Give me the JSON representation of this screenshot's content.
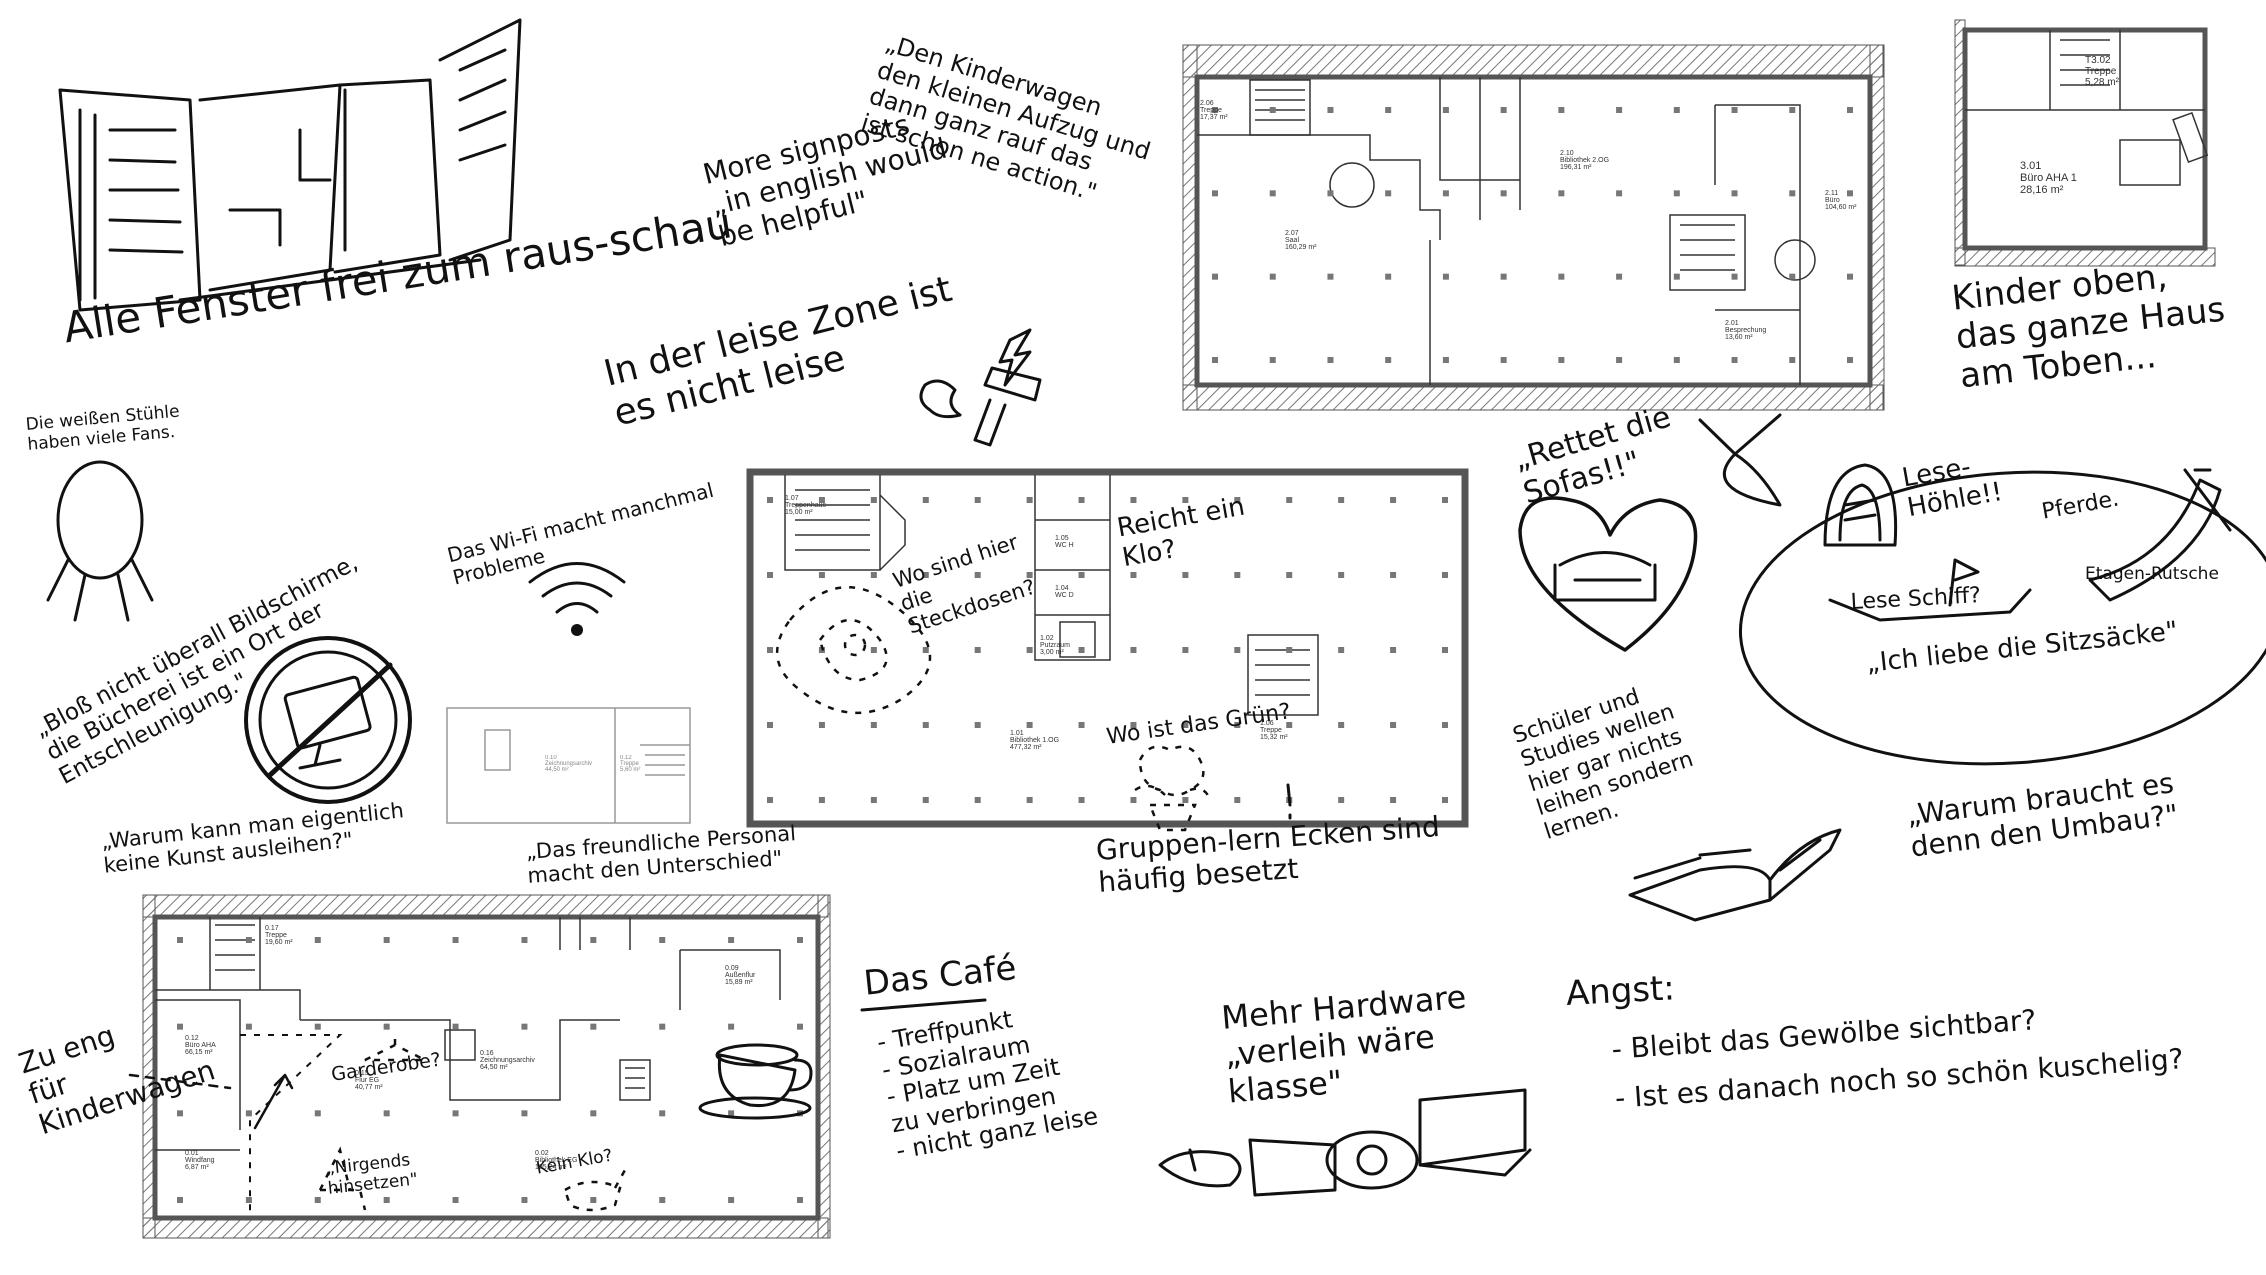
{
  "notes": {
    "windows": "Alle Fenster frei zum raus-schau",
    "signposts": "More signposts\n„in english would\nbe helpful\"",
    "stroller_lift": "„Den Kinderwagen\nden kleinen Aufzug und\ndann ganz rauf das\nist schon ne action.\"",
    "quiet_zone": "In der leise Zone ist\nes nicht leise",
    "kids_upstairs": "Kinder oben,\ndas ganze Haus\nam Toben...",
    "white_chairs": "Die weißen Stühle\nhaben viele Fans.",
    "wifi": "Das Wi-Fi macht manchmal\nProbleme",
    "screens": "„Bloß nicht überall Bildschirme,\ndie Bücherei ist ein Ort der\nEntschleunigung.\"",
    "sockets": "Wo sind hier\ndie\nSteckdosen?",
    "one_toilet": "Reicht ein\nKlo?",
    "green": "Wo ist das Grün?",
    "sofas": "„Rettet die\nSofas!!\"",
    "reading_cave": "Lese-\nHöhle!!",
    "horses": "Pferde.",
    "reading_ship": "Lese Schiff?",
    "slide": "Etagen-Rutsche",
    "beanbags": "„Ich liebe die Sitzsäcke\"",
    "students": "Schüler und\nStudies wellen\nhier gar nichts\nleihen sondern\nlernen.",
    "group_corners": "Gruppen-lern Ecken sind\nhäufig besetzt",
    "rebuild": "„Warum braucht es\ndenn den Umbau?\"",
    "art": "„Warum kann man eigentlich\nkeine Kunst ausleihen?\"",
    "staff": "„Das freundliche Personal\nmacht den Unterschied\"",
    "stroller_tight": "Zu eng\nfür\nKinderwagen",
    "wardrobe": "Garderobe?",
    "nowhere_sit": "„Nirgends\nhinsetzen\"",
    "no_toilet": "Kein Klo?",
    "cafe_title": "Das Café",
    "cafe_list": "- Treffpunkt\n- Sozialraum\n- Platz um Zeit\nzu verbringen\n- nicht ganz leise",
    "hardware": "Mehr Hardware\n„verleih wäre\nklasse\"",
    "fear_title": "Angst:",
    "fear_list": "- Bleibt das Gewölbe sichtbar?\n- Ist es danach noch so schön kuschelig?"
  },
  "plans": {
    "top": {
      "room_2_10": "2.10\nBibliothek 2.OG\n196,31 m²",
      "room_2_07": "2.07\nSaal\n160,29 m²",
      "room_2_11": "2.11\nBüro\n104,60 m²",
      "room_2_01": "2.01\nBesprechung\n13,60 m²",
      "room_2_06": "2.06\nTreppe\n17,37 m²"
    },
    "topright": {
      "room_3_02": "T3.02\nTreppe\n5,28 m²",
      "room_3_01": "3.01\nBüro AHA 1\n28,16 m²"
    },
    "middle": {
      "room_1_07": "1.07\nTreppenhaus\n15,00 m²",
      "room_1_01": "1.01\nBibliothek 1.OG\n477,32 m²",
      "room_1_06": "1.06\nTreppe\n15,32 m²",
      "room_1_02": "1.02\nPutzraum\n3,00 m²",
      "room_1_05": "1.05\nWC H",
      "room_1_04": "1.04\nWC D"
    },
    "small": {
      "room_0_10": "0.10\nZeichnungsarchiv\n44,50 m²",
      "room_0_12": "0.12\nTreppe\n5,60 m²"
    },
    "bottom": {
      "room_0_12": "0.12\nBüro AHA\n66,15 m²",
      "room_0_16": "0.16\nZeichnungsarchiv\n64,50 m²",
      "room_0_09": "0.09\nAußenflur\n15,89 m²",
      "room_0_02": "0.02\nBibliothek EG\n195,24 m²",
      "room_0_01": "0.01\nWindfang\n6,87 m²",
      "room_0_15": "0.15\nFlur EG\n40,77 m²",
      "room_0_17": "0.17\nTreppe\n19,60 m²"
    }
  }
}
